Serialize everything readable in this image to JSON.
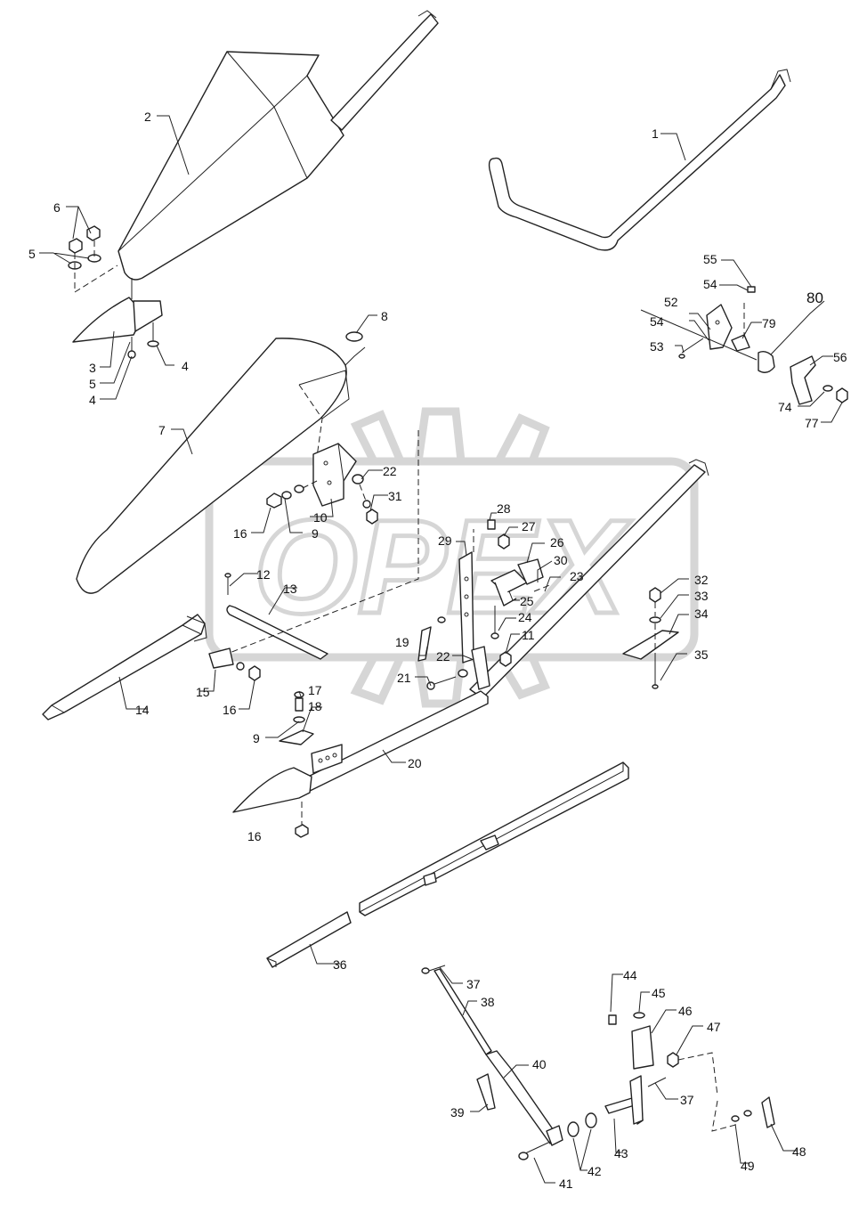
{
  "watermark": "OPEX",
  "callouts": [
    {
      "id": "c1",
      "text": "1"
    },
    {
      "id": "c2",
      "text": "2"
    },
    {
      "id": "c3",
      "text": "3"
    },
    {
      "id": "c4a",
      "text": "4"
    },
    {
      "id": "c4b",
      "text": "4"
    },
    {
      "id": "c5a",
      "text": "5"
    },
    {
      "id": "c5b",
      "text": "5"
    },
    {
      "id": "c6",
      "text": "6"
    },
    {
      "id": "c7",
      "text": "7"
    },
    {
      "id": "c8",
      "text": "8"
    },
    {
      "id": "c9a",
      "text": "9"
    },
    {
      "id": "c9b",
      "text": "9"
    },
    {
      "id": "c10",
      "text": "10"
    },
    {
      "id": "c11",
      "text": "11"
    },
    {
      "id": "c12",
      "text": "12"
    },
    {
      "id": "c13",
      "text": "13"
    },
    {
      "id": "c14",
      "text": "14"
    },
    {
      "id": "c15",
      "text": "15"
    },
    {
      "id": "c16a",
      "text": "16"
    },
    {
      "id": "c16b",
      "text": "16"
    },
    {
      "id": "c16c",
      "text": "16"
    },
    {
      "id": "c17",
      "text": "17"
    },
    {
      "id": "c18",
      "text": "18"
    },
    {
      "id": "c19",
      "text": "19"
    },
    {
      "id": "c20",
      "text": "20"
    },
    {
      "id": "c21",
      "text": "21"
    },
    {
      "id": "c22a",
      "text": "22"
    },
    {
      "id": "c22b",
      "text": "22"
    },
    {
      "id": "c23",
      "text": "23"
    },
    {
      "id": "c24",
      "text": "24"
    },
    {
      "id": "c25",
      "text": "25"
    },
    {
      "id": "c26",
      "text": "26"
    },
    {
      "id": "c27",
      "text": "27"
    },
    {
      "id": "c28",
      "text": "28"
    },
    {
      "id": "c29",
      "text": "29"
    },
    {
      "id": "c30",
      "text": "30"
    },
    {
      "id": "c31",
      "text": "31"
    },
    {
      "id": "c32",
      "text": "32"
    },
    {
      "id": "c33",
      "text": "33"
    },
    {
      "id": "c34",
      "text": "34"
    },
    {
      "id": "c35",
      "text": "35"
    },
    {
      "id": "c36",
      "text": "36"
    },
    {
      "id": "c37a",
      "text": "37"
    },
    {
      "id": "c37b",
      "text": "37"
    },
    {
      "id": "c38",
      "text": "38"
    },
    {
      "id": "c39",
      "text": "39"
    },
    {
      "id": "c40",
      "text": "40"
    },
    {
      "id": "c41",
      "text": "41"
    },
    {
      "id": "c42",
      "text": "42"
    },
    {
      "id": "c43",
      "text": "43"
    },
    {
      "id": "c44",
      "text": "44"
    },
    {
      "id": "c45",
      "text": "45"
    },
    {
      "id": "c46",
      "text": "46"
    },
    {
      "id": "c47",
      "text": "47"
    },
    {
      "id": "c48",
      "text": "48"
    },
    {
      "id": "c49",
      "text": "49"
    },
    {
      "id": "c52",
      "text": "52"
    },
    {
      "id": "c53",
      "text": "53"
    },
    {
      "id": "c54a",
      "text": "54"
    },
    {
      "id": "c54b",
      "text": "54"
    },
    {
      "id": "c55",
      "text": "55"
    },
    {
      "id": "c56",
      "text": "56"
    },
    {
      "id": "c74",
      "text": "74"
    },
    {
      "id": "c77",
      "text": "77"
    },
    {
      "id": "c79",
      "text": "79"
    },
    {
      "id": "c80",
      "text": "80"
    }
  ]
}
